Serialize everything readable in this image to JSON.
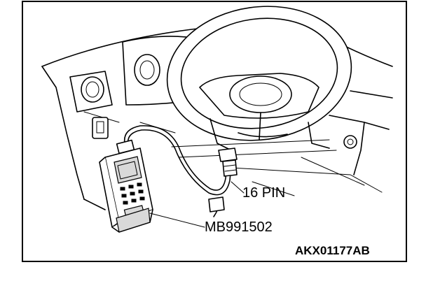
{
  "labels": {
    "connector": "16 PIN",
    "tester": "MB991502",
    "figure_code": "AKX01177AB"
  },
  "colors": {
    "line": "#000000",
    "background": "#ffffff",
    "shade": "#d9d9d9"
  },
  "icons": {
    "tester": "scan-tool-icon",
    "connector": "diagnostic-connector-icon"
  }
}
